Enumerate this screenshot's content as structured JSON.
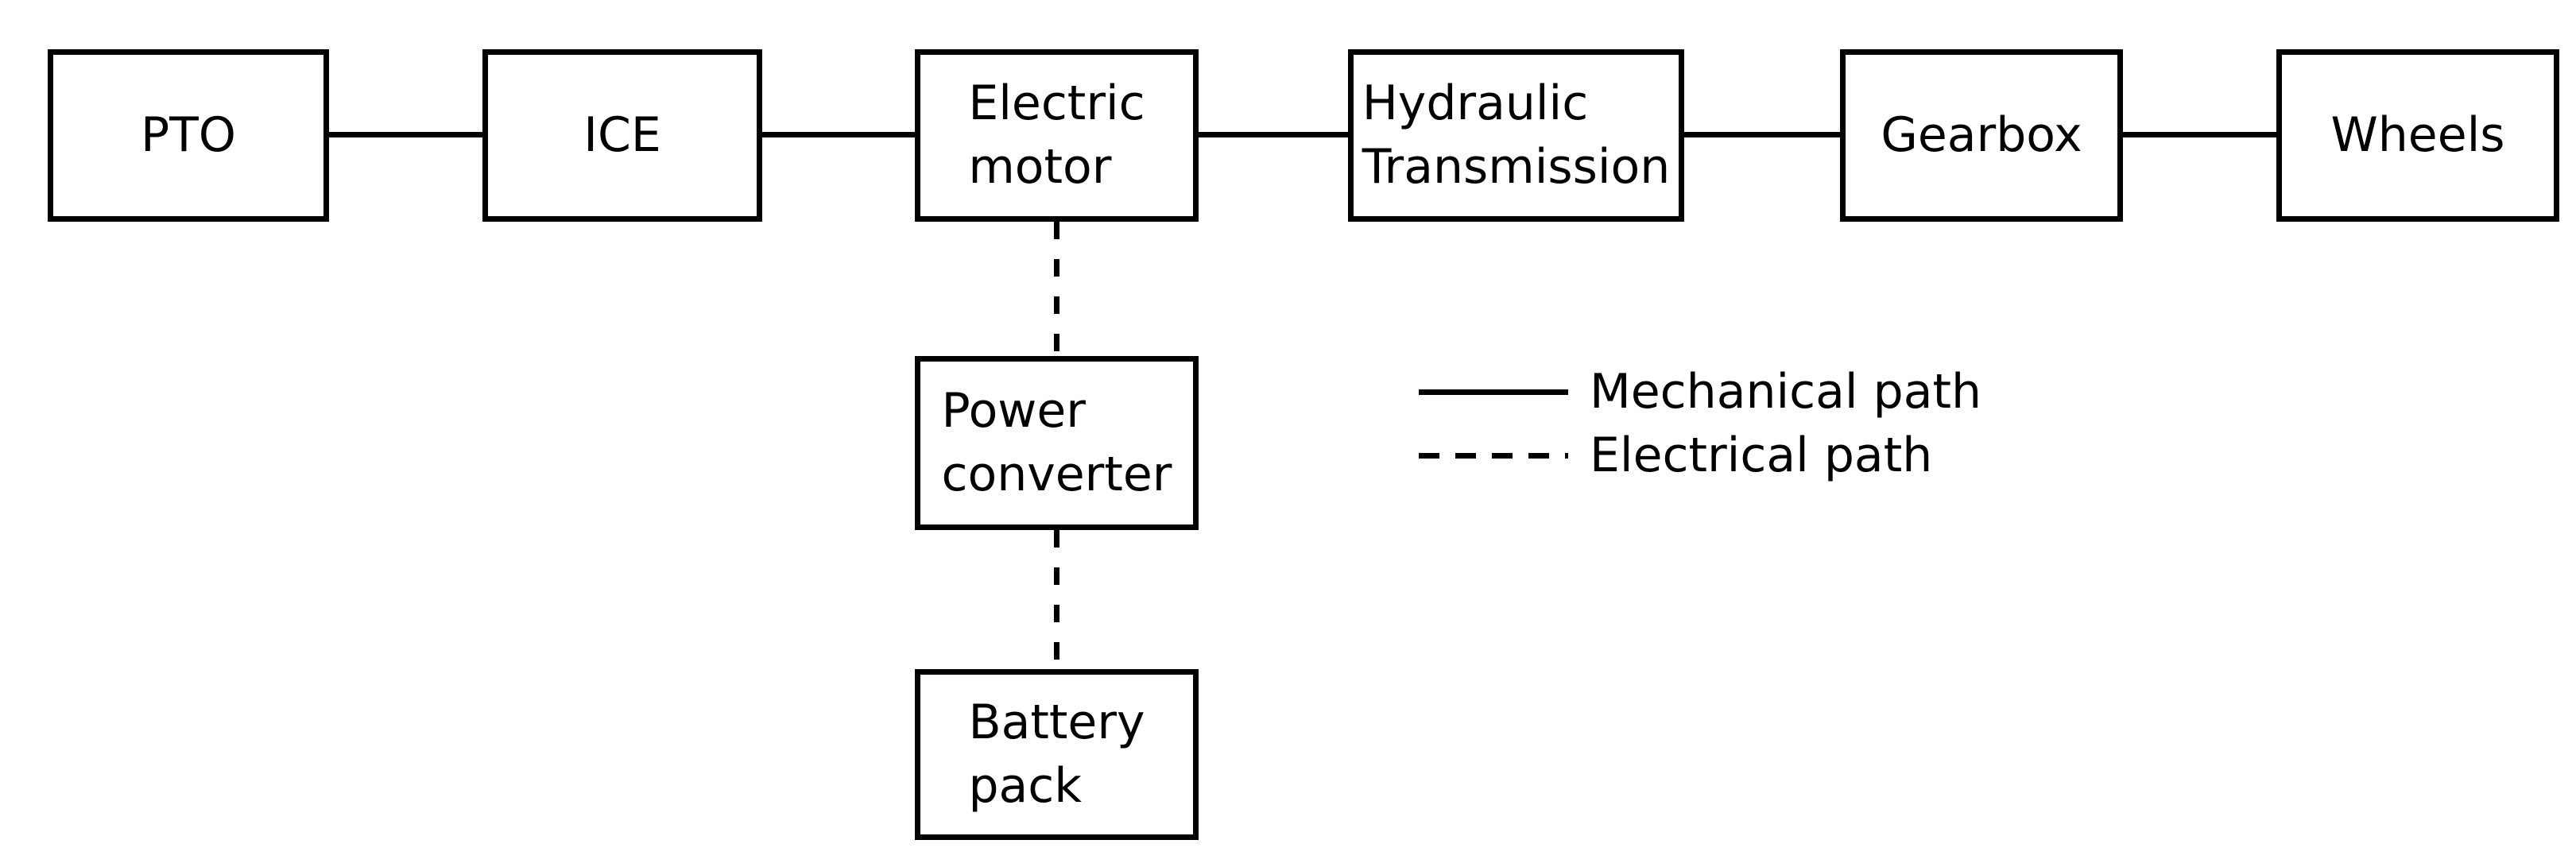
{
  "colors": {
    "background": "#ffffff",
    "stroke": "#000000",
    "text": "#000000"
  },
  "diagram": {
    "boxes": [
      {
        "id": "pto",
        "label": "PTO"
      },
      {
        "id": "ice",
        "label": "ICE"
      },
      {
        "id": "electric-motor",
        "label": "Electric\nmotor"
      },
      {
        "id": "hydraulic-transmission",
        "label": "Hydraulic\nTransmission"
      },
      {
        "id": "gearbox",
        "label": "Gearbox"
      },
      {
        "id": "wheels",
        "label": "Wheels"
      },
      {
        "id": "power-converter",
        "label": "Power\nconverter"
      },
      {
        "id": "battery-pack",
        "label": "Battery\npack"
      }
    ],
    "mechanical_chain": [
      "PTO",
      "ICE",
      "Electric motor",
      "Hydraulic Transmission",
      "Gearbox",
      "Wheels"
    ],
    "electrical_chain": [
      "Electric motor",
      "Power converter",
      "Battery pack"
    ],
    "legend": [
      {
        "style": "solid",
        "label": "Mechanical path"
      },
      {
        "style": "dashed",
        "label": "Electrical path"
      }
    ]
  }
}
